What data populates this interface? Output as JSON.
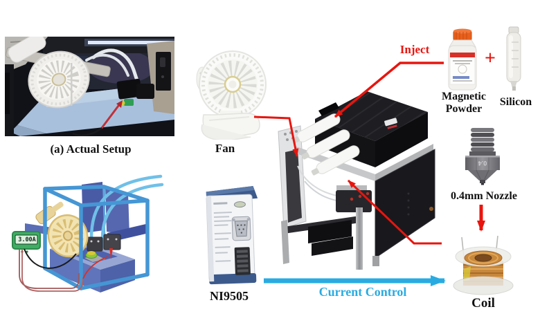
{
  "figure": {
    "background": "#ffffff",
    "colors": {
      "arrow_red": "#e8150e",
      "arrow_blue": "#29abe2",
      "label_text": "#111111",
      "illustration_frame_blue": "#4596d4",
      "coil_copper": "#c8883c"
    },
    "labels": {
      "photo_caption": "(a) Actual Setup",
      "fan": "Fan",
      "daq": "NI9505",
      "inject": "Inject",
      "magnetic_powder": [
        "Magnetic",
        "Powder"
      ],
      "plus": "+",
      "silicon": "Silicon",
      "nozzle": "0.4mm Nozzle",
      "coil": "Coil",
      "current_control": "Current Control"
    },
    "values": {
      "meter_reading": "3.00A",
      "nozzle_marking": "0.4"
    }
  }
}
